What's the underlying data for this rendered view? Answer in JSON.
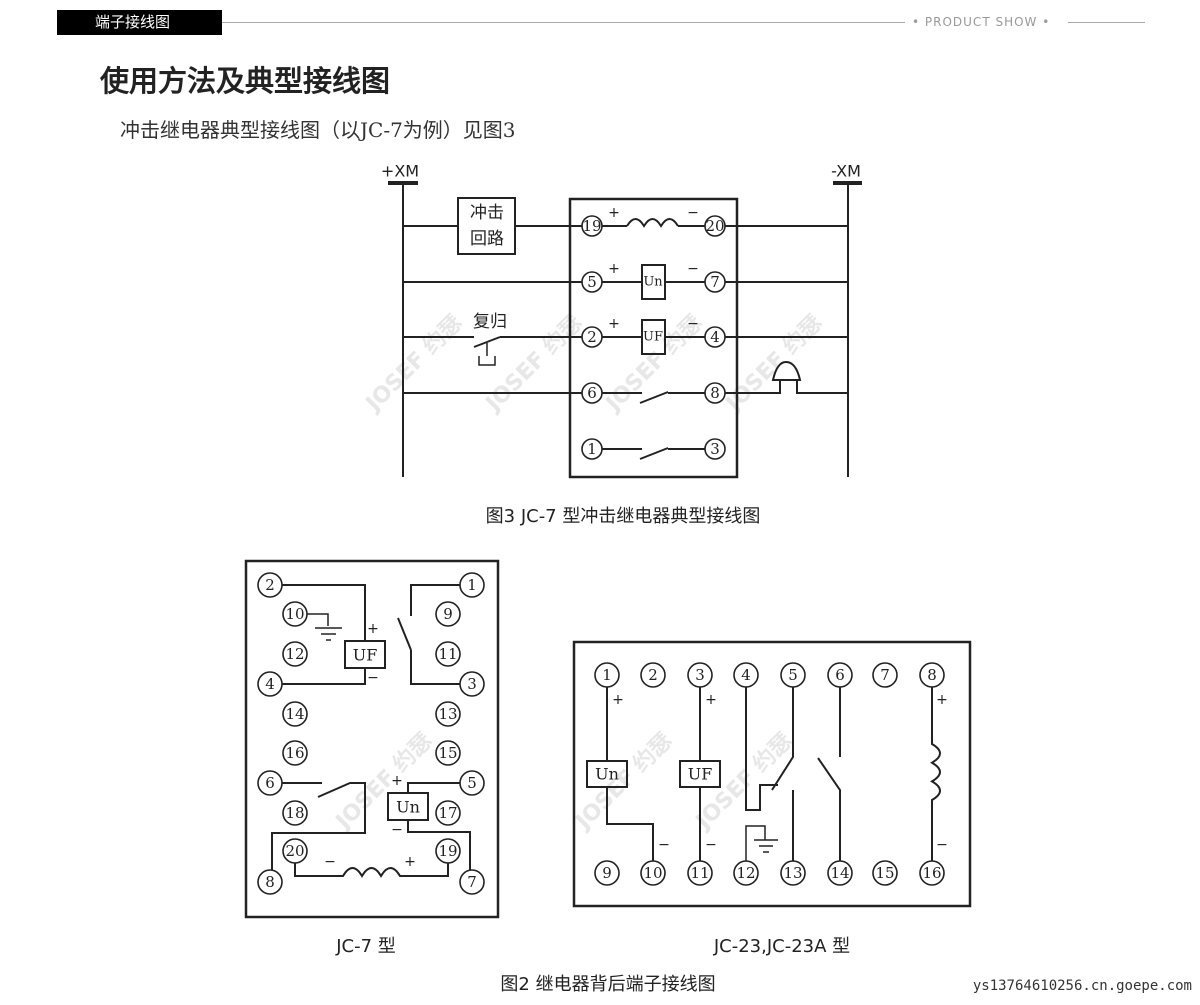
{
  "header": {
    "tab": "端子接线图",
    "tag": "• PRODUCT SHOW •"
  },
  "title": "使用方法及典型接线图",
  "subtitle": "冲击继电器典型接线图（以JC-7为例）见图3",
  "watermark": "JOSEF 约瑟",
  "fig3": {
    "plus_bus": "+XM",
    "minus_bus": "-XM",
    "impact_box": [
      "冲击",
      "回路"
    ],
    "reset_label": "复归",
    "un": "Un",
    "uf": "UF",
    "plus": "+",
    "minus": "−",
    "terminals": [
      "19",
      "20",
      "5",
      "7",
      "2",
      "4",
      "6",
      "8",
      "1",
      "3"
    ],
    "caption": "图3  JC-7 型冲击继电器典型接线图"
  },
  "jc7": {
    "left_outer": [
      "2",
      "4",
      "6",
      "8"
    ],
    "left_inner": [
      "10",
      "12",
      "14",
      "16",
      "18",
      "20"
    ],
    "right_outer": [
      "1",
      "3",
      "5",
      "7"
    ],
    "right_inner": [
      "9",
      "11",
      "13",
      "15",
      "17",
      "19"
    ],
    "uf": "UF",
    "un": "Un",
    "plus": "+",
    "minus": "−",
    "caption": "JC-7 型"
  },
  "jc23": {
    "top": [
      "1",
      "2",
      "3",
      "4",
      "5",
      "6",
      "7",
      "8"
    ],
    "bottom": [
      "9",
      "10",
      "11",
      "12",
      "13",
      "14",
      "15",
      "16"
    ],
    "un": "Un",
    "uf": "UF",
    "plus": "+",
    "minus": "−",
    "caption": "JC-23,JC-23A 型"
  },
  "fig2_caption": "图2  继电器背后端子接线图",
  "footer": "ys13764610256.cn.goepe.com"
}
